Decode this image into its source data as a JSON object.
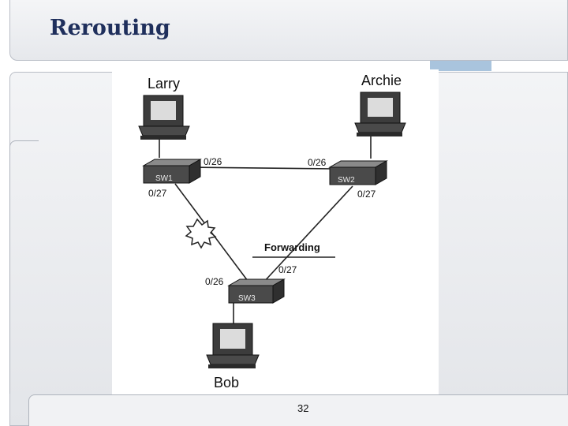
{
  "slide": {
    "title": "Rerouting",
    "page_number": "32"
  },
  "diagram": {
    "hosts": {
      "larry": "Larry",
      "archie": "Archie",
      "bob": "Bob"
    },
    "switches": {
      "sw1": "SW1",
      "sw2": "SW2",
      "sw3": "SW3"
    },
    "ports": {
      "sw1_to_sw2": "0/26",
      "sw2_to_sw1": "0/26",
      "sw1_to_sw3": "0/27",
      "sw2_to_sw3": "0/27",
      "sw3_to_sw1": "0/26",
      "sw3_to_sw2": "0/27"
    },
    "link_state_label": "Forwarding"
  }
}
